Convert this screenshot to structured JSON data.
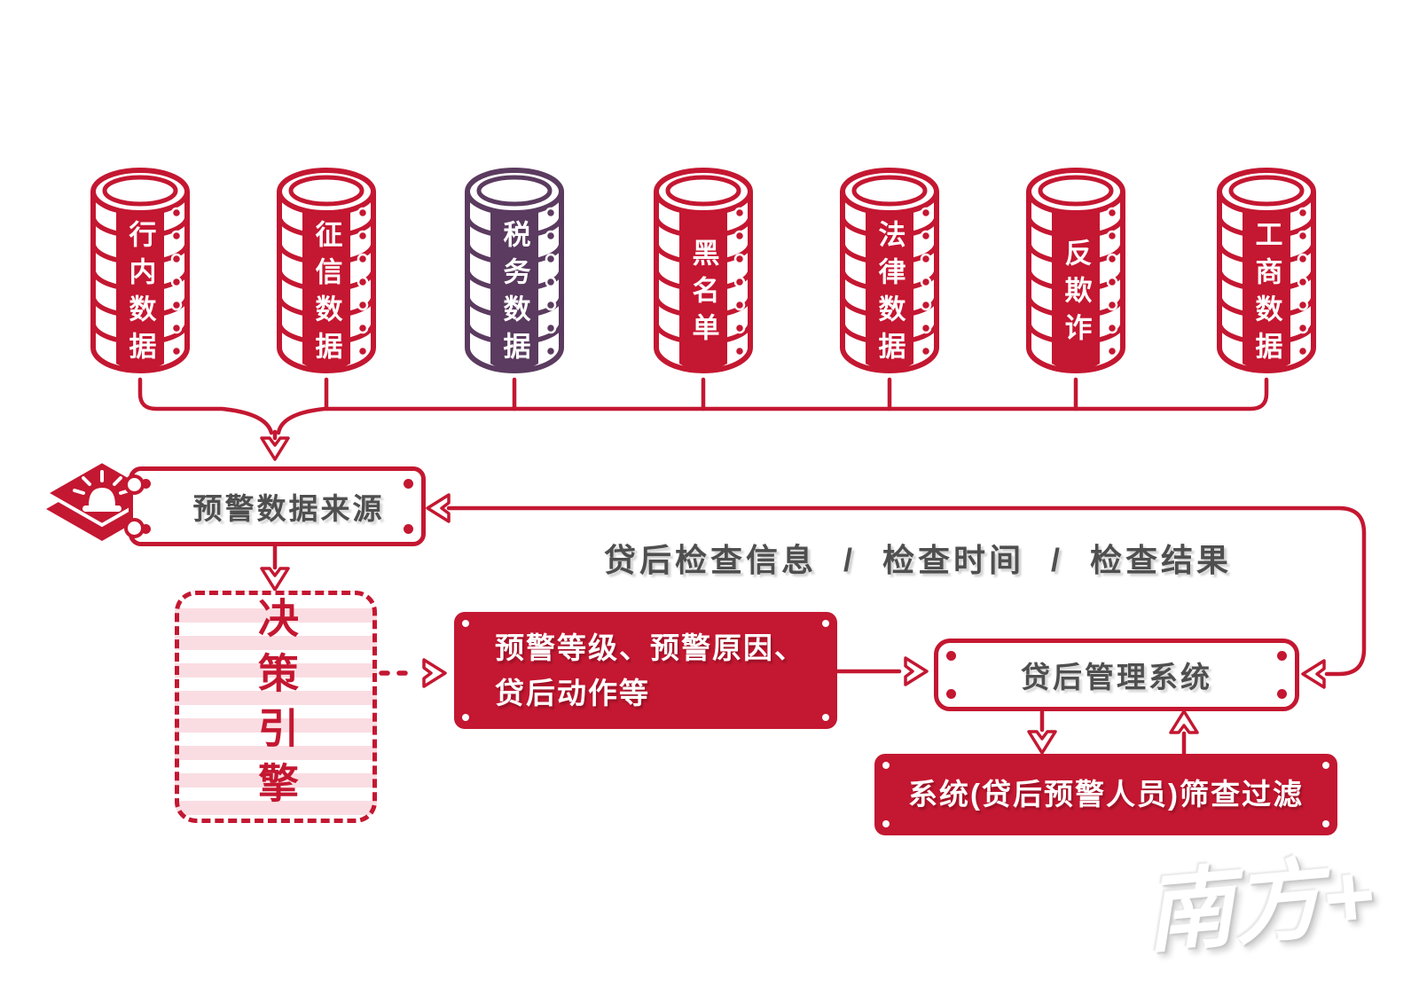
{
  "colors": {
    "red": "#c41731",
    "purple": "#5b3b5f",
    "text_gray": "#4f4f4f",
    "stripe_pink": "#fadde2",
    "white": "#ffffff"
  },
  "databases": [
    {
      "label": "行内数据",
      "color": "red"
    },
    {
      "label": "征信数据",
      "color": "red"
    },
    {
      "label": "税务数据",
      "color": "purple"
    },
    {
      "label": "黑名单",
      "color": "red"
    },
    {
      "label": "法律数据",
      "color": "red"
    },
    {
      "label": "反欺诈",
      "color": "red"
    },
    {
      "label": "工商数据",
      "color": "red"
    }
  ],
  "nodes": {
    "warning_data_source": {
      "label": "预警数据来源"
    },
    "decision_engine": {
      "label": "决策引擎"
    },
    "warning_output": {
      "line1": "预警等级、预警原因、",
      "line2": "贷后动作等"
    },
    "post_loan_system": {
      "label": "贷后管理系统"
    },
    "screening": {
      "label": "系统(贷后预警人员)筛查过滤"
    }
  },
  "annotations": {
    "check_info": "贷后检查信息 / 检查时间 / 检查结果",
    "watermark": "南方+"
  },
  "icons": {
    "alarm": "alarm-siren-icon",
    "database": "database-cylinder-icon"
  }
}
